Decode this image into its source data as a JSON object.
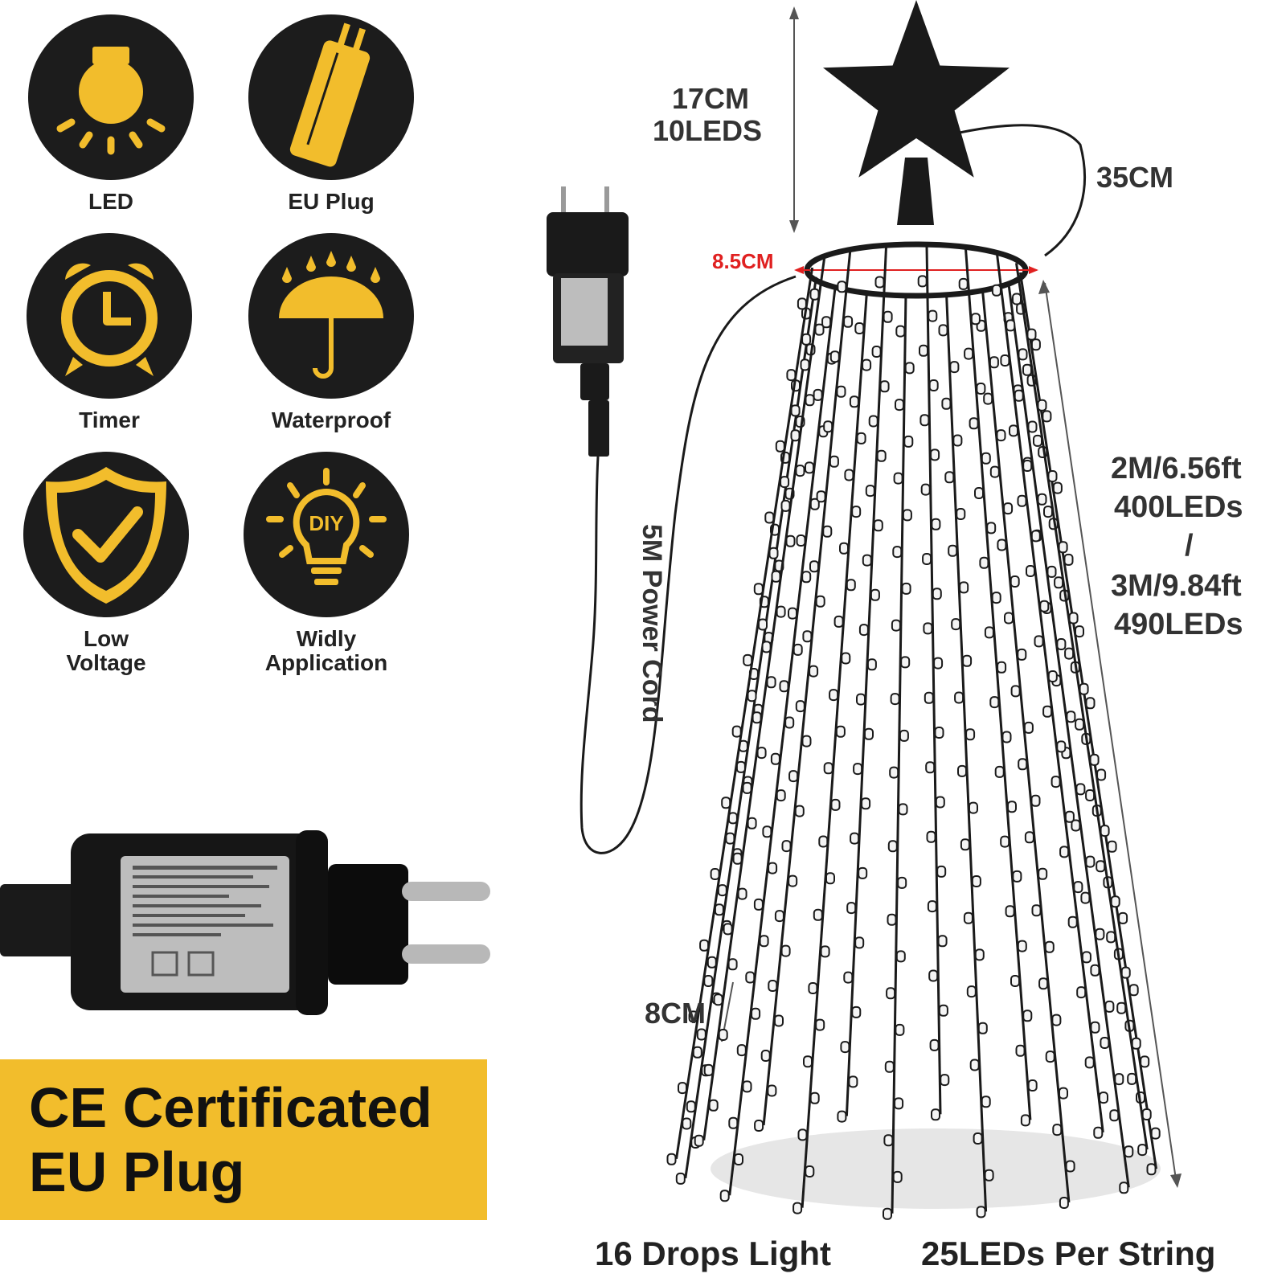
{
  "features": [
    {
      "label": "LED",
      "icon": "bulb-icon"
    },
    {
      "label": "EU Plug",
      "icon": "eu-plug-icon"
    },
    {
      "label": "Timer",
      "icon": "alarm-clock-icon"
    },
    {
      "label": "Waterproof",
      "icon": "umbrella-icon"
    },
    {
      "label": "Low\nVoltage",
      "icon": "shield-check-icon"
    },
    {
      "label": "Widly\nApplication",
      "icon": "diy-bulb-icon"
    }
  ],
  "banner": {
    "line1": "CE Certificated",
    "line2": "EU Plug"
  },
  "dimensions": {
    "star_height": "17CM",
    "star_leds": "10LEDS",
    "star_cable": "35CM",
    "ring_diameter": "8.5CM",
    "power_cord": "5M Power Cord",
    "led_spacing": "8CM",
    "length_line1": "2M/6.56ft",
    "length_line2": "400LEDs",
    "length_line3": "/",
    "length_line4": "3M/9.84ft",
    "length_line5": "490LEDs"
  },
  "footer": {
    "drops": "16 Drops Light",
    "per_string": "25LEDs Per String"
  },
  "colors": {
    "accent": "#f2bd2c",
    "icon_bg": "#1c1c1c",
    "ring_measure": "#e02020"
  }
}
